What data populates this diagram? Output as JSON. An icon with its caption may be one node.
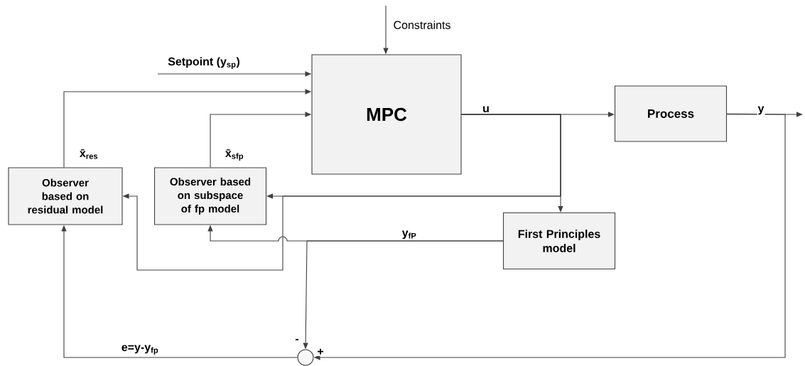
{
  "diagram": {
    "nodes": [
      {
        "text": [
          "MPC"
        ]
      },
      {
        "text": [
          "Process"
        ]
      },
      {
        "text": [
          "Observer based on residual model"
        ]
      },
      {
        "text": [
          "Observer based on subspace of fp model"
        ]
      },
      {
        "text": [
          "First Principles model"
        ]
      },
      {
        "text": [],
        "shape": "circle"
      }
    ],
    "edges": [
      {
        "from": null,
        "to": 0,
        "arrow": "to",
        "label": "Constraints"
      },
      {
        "from": null,
        "to": 0,
        "arrow": "to",
        "label": "Setpoint (y$_{sp}$)"
      },
      {
        "from": 2,
        "to": 0,
        "arrow": "to",
        "label": "x̄$_{res}$"
      },
      {
        "from": 3,
        "to": 0,
        "arrow": "to",
        "label": "x̄$_{sfp}$"
      },
      {
        "from": 0,
        "to": 1,
        "arrow": "to",
        "label": "u"
      },
      {
        "from": 1,
        "to": null,
        "arrow": "to",
        "label": "y"
      },
      {
        "from": 0,
        "to": 4,
        "arrow": "to"
      },
      {
        "from": 0,
        "to": 3,
        "arrow": "to"
      },
      {
        "from": 0,
        "to": 2,
        "arrow": "to"
      },
      {
        "from": 4,
        "to": 3,
        "arrow": "to",
        "label": "y$_{fP}$"
      },
      {
        "from": 4,
        "to": 5,
        "arrow": "to",
        "label": "-"
      },
      {
        "from": 1,
        "to": 5,
        "arrow": "to",
        "label": "+"
      },
      {
        "from": 5,
        "to": 2,
        "arrow": "to",
        "label": "e=y-y$_{fp}$"
      }
    ]
  }
}
